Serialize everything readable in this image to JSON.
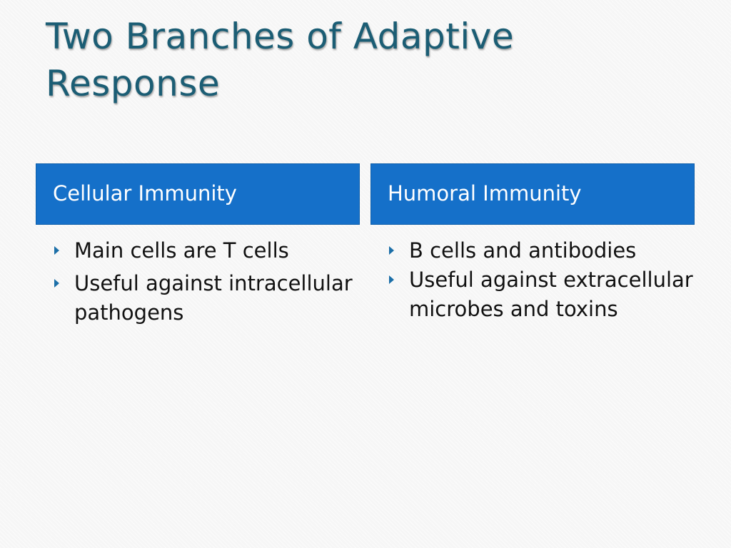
{
  "slide": {
    "title": "Two Branches of Adaptive Response",
    "columns": [
      {
        "header": "Cellular Immunity",
        "bullets": [
          "Main cells are T cells",
          "Useful against intracellular pathogens"
        ]
      },
      {
        "header": "Humoral Immunity",
        "bullets": [
          "B cells and antibodies",
          "Useful against extracellular microbes and toxins"
        ]
      }
    ],
    "icons": {
      "bullet_marker": "triangle-right-icon"
    }
  },
  "colors": {
    "title_text": "#1b5d74",
    "header_background": "#1570c9",
    "header_text": "#ffffff",
    "bullet_marker": "#1c6fa8",
    "body_text": "#111111",
    "background": "#f6f6f6"
  }
}
